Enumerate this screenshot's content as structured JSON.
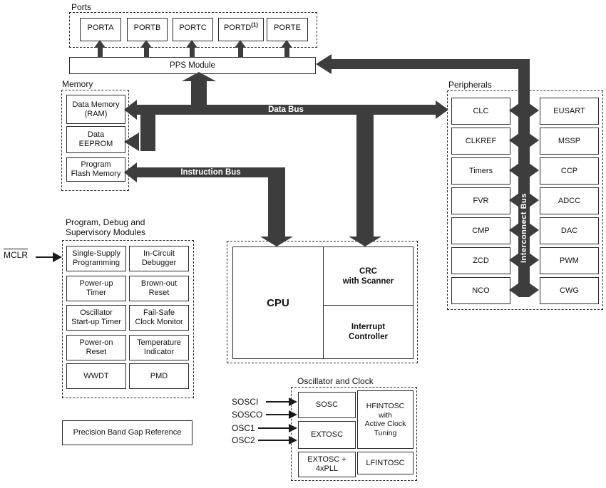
{
  "ports": {
    "label": "Ports",
    "items": [
      "PORTA",
      "PORTB",
      "PORTC",
      "PORTD",
      "PORTE"
    ],
    "portd_note": "(1)"
  },
  "pps": {
    "label": "PPS Module"
  },
  "memory": {
    "label": "Memory",
    "items": [
      "Data Memory\n(RAM)",
      "Data\nEEPROM",
      "Program\nFlash Memory"
    ]
  },
  "buses": {
    "data": "Data Bus",
    "instruction": "Instruction Bus",
    "interconnect": "Interconnect Bus"
  },
  "cpu": {
    "cpu": "CPU",
    "crc": "CRC\nwith Scanner",
    "interrupt": "Interrupt\nController"
  },
  "peripherals": {
    "label": "Peripherals",
    "left": [
      "CLC",
      "CLKREF",
      "Timers",
      "FVR",
      "CMP",
      "ZCD",
      "NCO"
    ],
    "right": [
      "EUSART",
      "MSSP",
      "CCP",
      "ADCC",
      "DAC",
      "PWM",
      "CWG"
    ]
  },
  "debug": {
    "title": "Program, Debug and\nSupervisory Modules",
    "cells_left": [
      "Single-Supply\nProgramming",
      "Power-up\nTimer",
      "Oscillator\nStart-up Timer",
      "Power-on\nReset",
      "WWDT"
    ],
    "cells_right": [
      "In-Circuit\nDebugger",
      "Brown-out\nReset",
      "Fail-Safe\nClock Monitor",
      "Temperature\nIndicator",
      "PMD"
    ]
  },
  "signals": {
    "mclr": "MCLR",
    "osc_pins": [
      "SOSCI",
      "SOSCO",
      "OSC1",
      "OSC2"
    ]
  },
  "bandgap": {
    "label": "Precision Band Gap Reference"
  },
  "oscillator": {
    "label": "Oscillator and Clock",
    "left": [
      "SOSC",
      "EXTOSC",
      "EXTOSC +\n4xPLL"
    ],
    "hfintosc": "HFINTOSC\nwith\nActive Clock\nTuning",
    "lfintosc": "LFINTOSC"
  },
  "colors": {
    "bus": "#3d3d3d",
    "line": "#1a1a1a",
    "background": "#ffffff"
  }
}
